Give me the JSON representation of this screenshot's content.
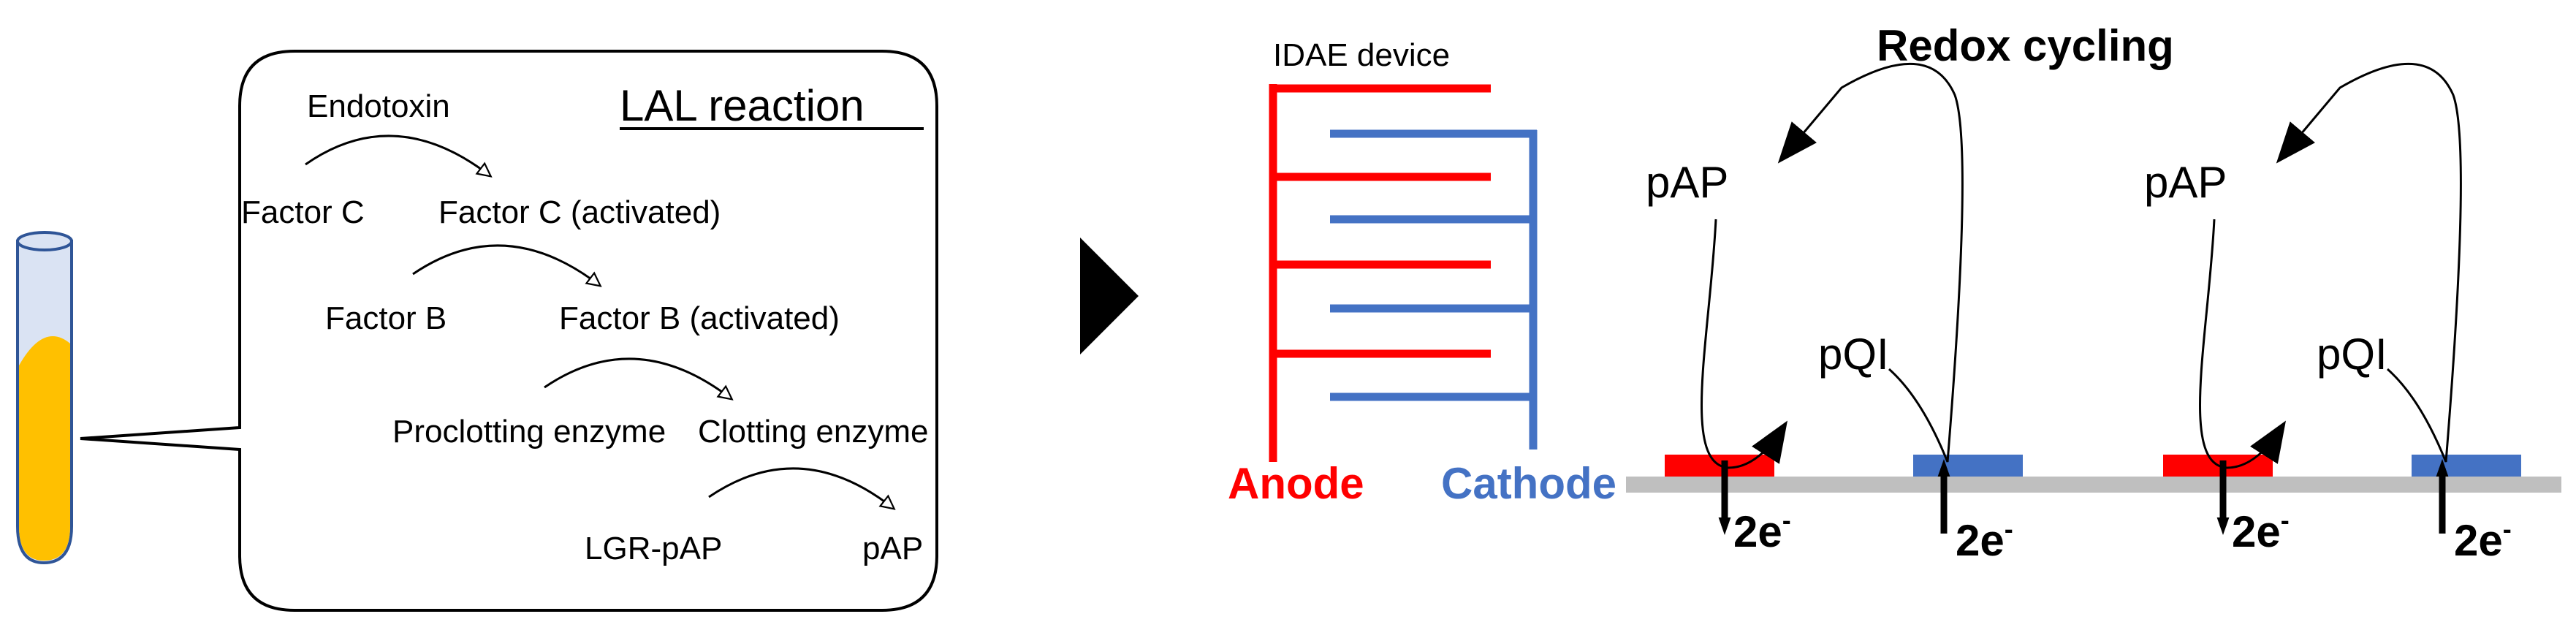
{
  "lal_box": {
    "title": "LAL reaction",
    "trigger": "Endotoxin",
    "steps": [
      {
        "from": "Factor C",
        "to": "Factor C (activated)"
      },
      {
        "from": "Factor B",
        "to": "Factor B (activated)"
      },
      {
        "from": "Proclotting  enzyme",
        "to": "Clotting  enzyme"
      },
      {
        "from": "LGR-pAP",
        "to": "pAP"
      }
    ]
  },
  "idae": {
    "title": "IDAE device",
    "anode_label": "Anode",
    "cathode_label": "Cathode"
  },
  "redox": {
    "title": "Redox cycling",
    "species_reduced": "pAP",
    "species_oxidized": "pQI",
    "electrons_text": "2e",
    "electrons_sup": "-"
  },
  "colors": {
    "anode": "#ff0000",
    "cathode": "#4472c4",
    "tube_liquid": "#ffc000",
    "tube_glass": "#dae3f3",
    "tube_outline": "#2f5597",
    "substrate": "#bfbfbf"
  },
  "icons": [
    "test-tube-icon",
    "play-triangle-icon",
    "curved-arrow-icon"
  ]
}
